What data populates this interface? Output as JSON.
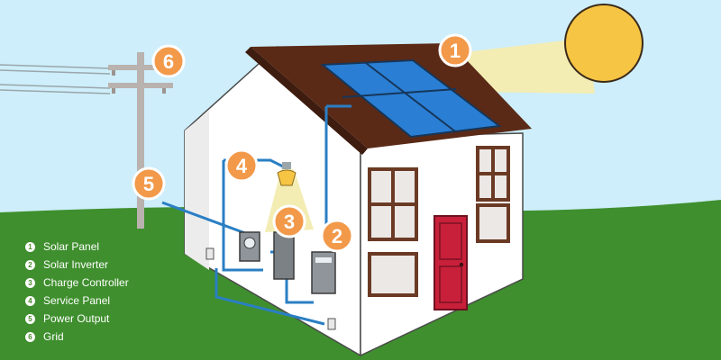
{
  "colors": {
    "sky": "#cdeefa",
    "grass": "#3f8f2e",
    "roof": "#5a2a17",
    "wall": "#ffffff",
    "wall_shadow": "#ececec",
    "panel": "#2a7fd4",
    "wire": "#2a7fc4",
    "badge": "#f2994a",
    "sun": "#f7c544",
    "beam": "#f3edb4",
    "door": "#c8203a",
    "window_frame": "#6b3a24",
    "window_glass": "#ece8e6"
  },
  "badges": {
    "b1": "1",
    "b2": "2",
    "b3": "3",
    "b4": "4",
    "b5": "5",
    "b6": "6"
  },
  "legend": [
    {
      "num": "1",
      "label": "Solar Panel"
    },
    {
      "num": "2",
      "label": "Solar Inverter"
    },
    {
      "num": "3",
      "label": "Charge Controller"
    },
    {
      "num": "4",
      "label": "Service Panel"
    },
    {
      "num": "5",
      "label": "Power Output"
    },
    {
      "num": "6",
      "label": "Grid"
    }
  ]
}
